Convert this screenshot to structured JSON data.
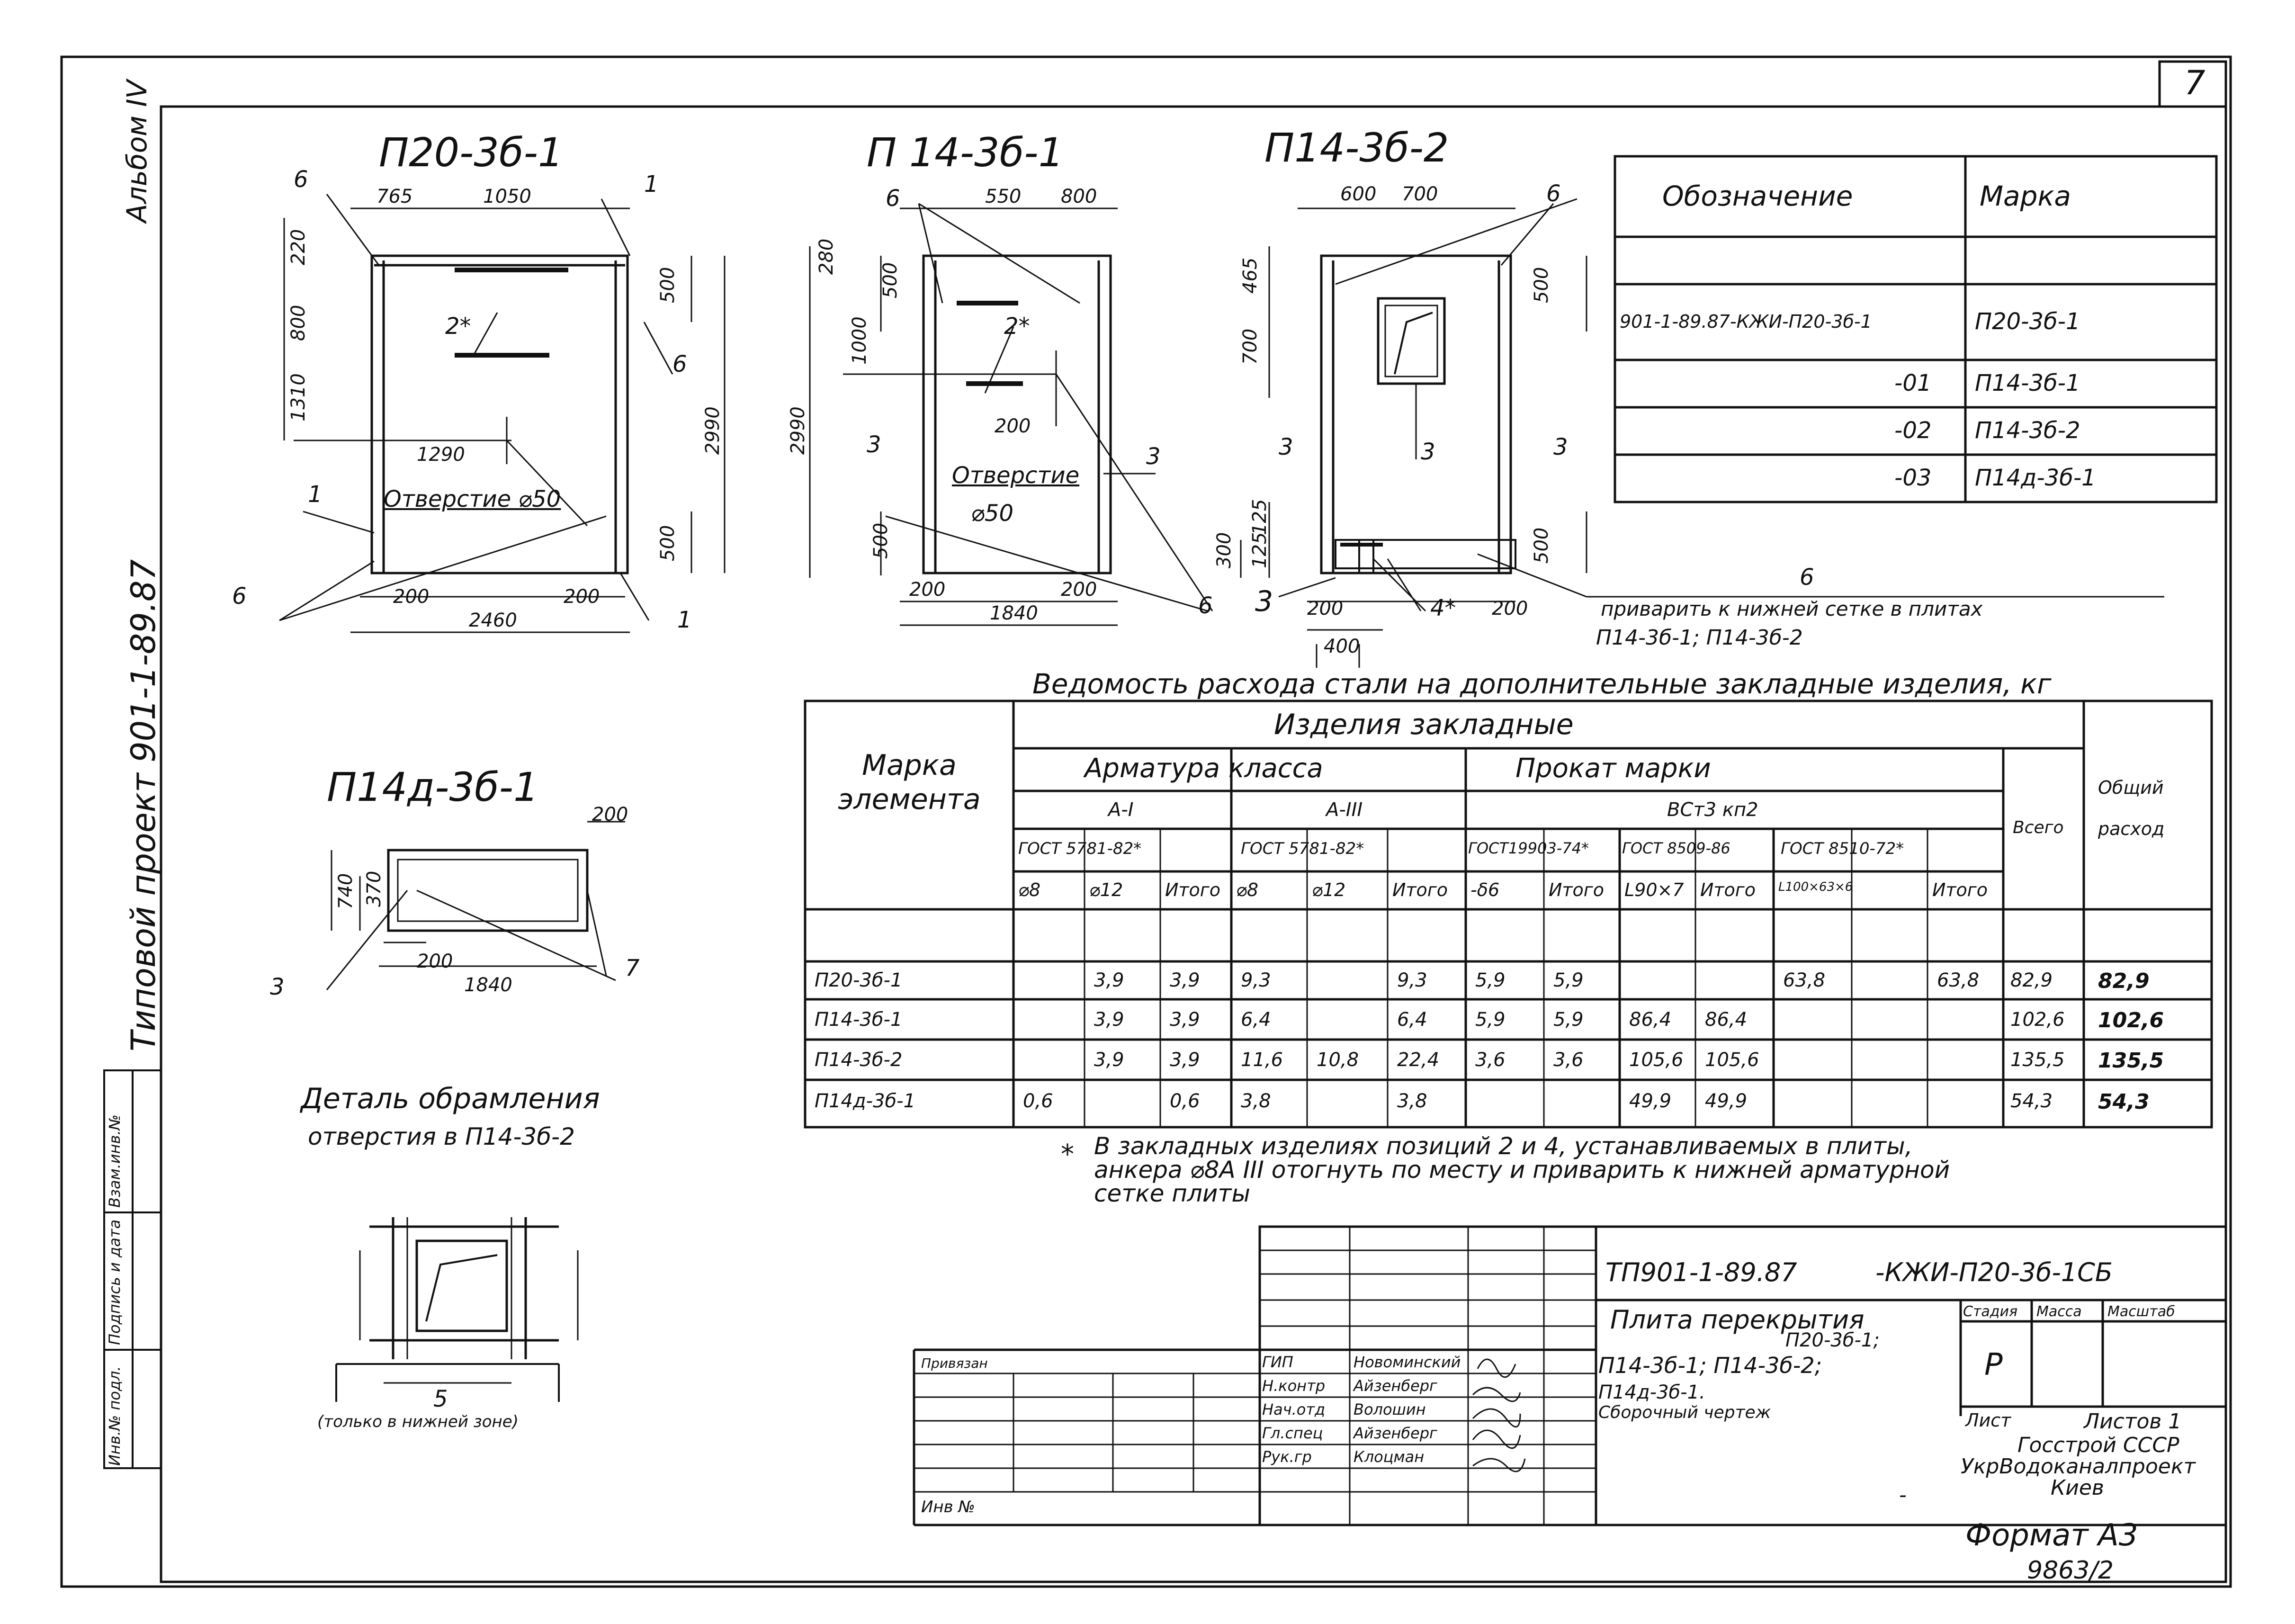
{
  "sheet": {
    "number": "7",
    "album": "Альбом IV",
    "project_vertical": "Типовой проект 901-1-89.87",
    "format": "Формат A3",
    "archive": "9863/2"
  },
  "drawings": {
    "p20": {
      "title": "П20-3б-1",
      "dims": [
        "765",
        "1050",
        "220",
        "800",
        "1310",
        "1290",
        "2990",
        "500",
        "500",
        "200",
        "200",
        "2460"
      ],
      "hole": "Отверстие ⌀50",
      "callouts": [
        "6",
        "1",
        "2*",
        "6",
        "1",
        "6",
        "1"
      ]
    },
    "p14_1": {
      "title": "П 14-3б-1",
      "dims": [
        "550",
        "800",
        "280",
        "500",
        "1000",
        "2990",
        "200",
        "500",
        "200",
        "200",
        "1840"
      ],
      "hole": "Отверстие",
      "hole_dia": "⌀50",
      "callouts": [
        "6",
        "2*",
        "3",
        "3",
        "6"
      ]
    },
    "p14_2": {
      "title": "П14-3б-2",
      "dims": [
        "600",
        "700",
        "465",
        "500",
        "700",
        "125",
        "125",
        "300",
        "500",
        "200",
        "200",
        "400"
      ],
      "callouts": [
        "6",
        "3",
        "3",
        "3",
        "3",
        "4*"
      ]
    },
    "p14d": {
      "title": "П14д-3б-1",
      "dims": [
        "200",
        "740",
        "370",
        "200",
        "1840"
      ],
      "callouts": [
        "3",
        "7"
      ]
    },
    "detail": {
      "title": "Деталь обрамления",
      "subtitle": "отверстия в П14-3б-2",
      "callout": "5",
      "note": "(только в нижней зоне)"
    },
    "note6": {
      "num": "6",
      "text": "приварить к нижней сетке в плитах",
      "text2": "П14-3б-1; П14-3б-2"
    }
  },
  "marks_table": {
    "headers": [
      "Обозначение",
      "Марка"
    ],
    "rows": [
      {
        "designation": "901-1-89.87-КЖИ-П20-3б-1",
        "mark": "П20-3б-1"
      },
      {
        "designation": "-01",
        "mark": "П14-3б-1"
      },
      {
        "designation": "-02",
        "mark": "П14-3б-2"
      },
      {
        "designation": "-03",
        "mark": "П14д-3б-1"
      }
    ]
  },
  "steel_table": {
    "caption": "Ведомость расхода стали на дополнительные закладные изделия, кг",
    "h_element": "Марка элемента",
    "h_embedded": "Изделия закладные",
    "h_rebar": "Арматура класса",
    "h_rolled": "Прокат марки",
    "h_a1": "A-I",
    "h_a3": "A-III",
    "h_vst": "ВСт3 кп2",
    "h_gost1": "ГОСТ 5781-82*",
    "h_gost2": "ГОСТ 5781-82*",
    "h_gost3": "ГОСТ19903-74*",
    "h_gost4": "ГОСТ 8509-86",
    "h_gost5": "ГОСТ 8510-72*",
    "h_total": "Всего",
    "h_overall": "Общий расход",
    "sub": [
      "⌀8",
      "⌀12",
      "Итого",
      "⌀8",
      "⌀12",
      "Итого",
      "-δ6",
      "Итого",
      "L90×7",
      "Итого",
      "L100×63×6",
      "",
      "Итого"
    ],
    "rows": [
      {
        "mark": "П20-3б-1",
        "c": [
          "",
          "3,9",
          "3,9",
          "9,3",
          "",
          "9,3",
          "5,9",
          "5,9",
          "",
          "",
          "63,8",
          "",
          "63,8"
        ],
        "total": "82,9",
        "overall": "82,9"
      },
      {
        "mark": "П14-3б-1",
        "c": [
          "",
          "3,9",
          "3,9",
          "6,4",
          "",
          "6,4",
          "5,9",
          "5,9",
          "86,4",
          "86,4",
          "",
          "",
          ""
        ],
        "total": "102,6",
        "overall": "102,6"
      },
      {
        "mark": "П14-3б-2",
        "c": [
          "",
          "3,9",
          "3,9",
          "11,6",
          "10,8",
          "22,4",
          "3,6",
          "3,6",
          "105,6",
          "105,6",
          "",
          "",
          ""
        ],
        "total": "135,5",
        "overall": "135,5"
      },
      {
        "mark": "П14д-3б-1",
        "c": [
          "0,6",
          "",
          "0,6",
          "3,8",
          "",
          "3,8",
          "",
          "",
          "49,9",
          "49,9",
          "",
          "",
          ""
        ],
        "total": "54,3",
        "overall": "54,3"
      }
    ],
    "footnote_star": "*",
    "footnote": "В закладных изделиях позиций 2 и 4, устанавливаемых в плиты,",
    "footnote2": "анкера ⌀8А III отогнуть по месту и приварить к нижней арматурной",
    "footnote3": "сетке плиты"
  },
  "title_block": {
    "code": "ТП901-1-89.87",
    "code2": "-КЖИ-П20-3б-1СБ",
    "name1": "Плита перекрытия",
    "name2": "П20-3б-1;",
    "name3": "П14-3б-1; П14-3б-2;",
    "name4": "П14д-3б-1.",
    "name5": "Сборочный чертеж",
    "h_stage": "Стадия",
    "h_mass": "Масса",
    "h_scale": "Масштаб",
    "stage": "Р",
    "sheet_lbl": "Лист",
    "sheets_lbl": "Листов 1",
    "org1": "Госстрой СССР",
    "org2": "УкрВодоканалпроект",
    "org3": "Киев",
    "dash": "-",
    "linked": "Привязан",
    "inv": "Инв №",
    "roles": [
      {
        "role": "ГИП",
        "name": "Новоминский"
      },
      {
        "role": "Н.контр",
        "name": "Айзенберг"
      },
      {
        "role": "Нач.отд",
        "name": "Волошин"
      },
      {
        "role": "Гл.спец",
        "name": "Айзенберг"
      },
      {
        "role": "Рук.гр",
        "name": "Клоцман"
      }
    ]
  },
  "side_stamp": [
    "Взам.инв.№",
    "Подпись и дата",
    "Инв.№ подл."
  ]
}
